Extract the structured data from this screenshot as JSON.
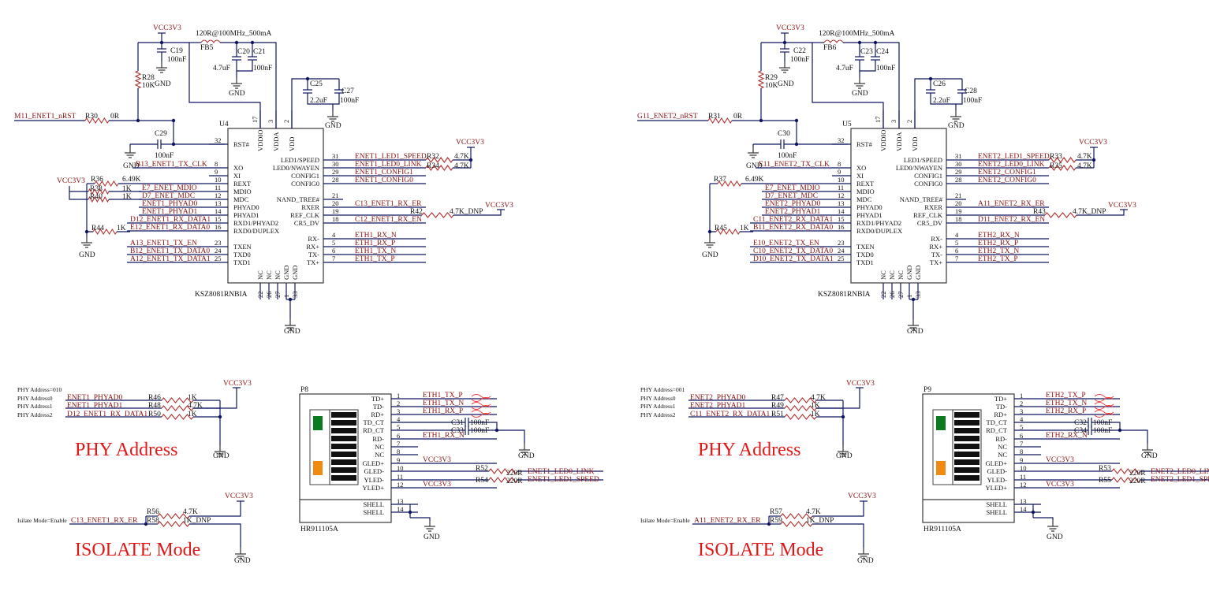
{
  "left": {
    "power": {
      "vcc": "VCC3V3",
      "gnd": "GND",
      "fb": "FB5",
      "fb_val": "120R@100MHz_500mA",
      "c_a": "C19",
      "c_a_val": "100nF",
      "c_b": "C20",
      "c_b_val": "4.7uF",
      "c_c": "C21",
      "c_c_val": "100nF",
      "c_d": "C25",
      "c_d_val": "2.2uF",
      "c_e": "C27",
      "c_e_val": "100nF",
      "r_pu": "R28",
      "r_pu_val": "10K",
      "rst_net": "M11_ENET1_nRST",
      "r_rst": "R30",
      "r_rst_val": "0R",
      "c_xi": "C29",
      "c_xi_val": "100nF",
      "r_rext": "R36",
      "r_rext_val": "6.49K",
      "r_mdio": "R38",
      "r_mdio_val": "1K",
      "r_mdc": "R40",
      "r_mdc_val": "1K",
      "r_pd": "R44",
      "r_pd_val": "1K"
    },
    "ic": {
      "ref": "U4",
      "part": "KSZ8081RNBIA"
    },
    "left_nets": [
      "B13_ENET1_TX_CLK",
      "E7_ENET_MDIO",
      "D7_ENET_MDC",
      "ENET1_PHYAD0",
      "ENET1_PHYAD1",
      "D12_ENET1_RX_DATA1",
      "E12_ENET1_RX_DATA0",
      "A13_ENET1_TX_EN",
      "B12_ENET1_TX_DATA0",
      "A12_ENET1_TX_DATA1"
    ],
    "right_nets": [
      "ENET1_LED1_SPEED",
      "ENET1_LED0_LINK",
      "ENET1_CONFIG1",
      "ENET1_CONFIG0",
      "C13_ENET1_RX_ER",
      "C12_ENET1_RX_EN",
      "ETH1_RX_N",
      "ETH1_RX_P",
      "ETH1_TX_N",
      "ETH1_TX_P"
    ],
    "led_res": [
      {
        "ref": "R32",
        "val": "4.7K"
      },
      {
        "ref": "R34",
        "val": "4.7K"
      }
    ],
    "refclk_res": {
      "ref": "R42",
      "val": "4.7K_DNP"
    },
    "phy": {
      "notes": [
        "PHY Address=010",
        "PHY Address0",
        "PHY Address1",
        "PHY Address2"
      ],
      "nets": [
        "ENET1_PHYAD0",
        "ENET1_PHYAD1",
        "D12_ENET1_RX_DATA1"
      ],
      "res": [
        {
          "ref": "R46",
          "val": "1K"
        },
        {
          "ref": "R48",
          "val": "4.7K"
        },
        {
          "ref": "R50",
          "val": "1K"
        }
      ],
      "title": "PHY Address"
    },
    "iso": {
      "note": "Isilate Mode=Enable",
      "net": "C13_ENET1_RX_ER",
      "res": [
        {
          "ref": "R56",
          "val": "4.7K"
        },
        {
          "ref": "R58",
          "val": "1K_DNP"
        }
      ],
      "title": "ISOLATE Mode"
    },
    "jack": {
      "ref": "P8",
      "part": "HR911105A",
      "nets": [
        "ETH1_TX_P",
        "ETH1_TX_N",
        "ETH1_RX_P",
        "ETH1_RX_N",
        "VCC3V3",
        "ENET1_LED0_LINK",
        "ENET1_LED1_SPEED",
        "VCC3V3"
      ],
      "caps": [
        {
          "ref": "C31",
          "val": "100nF"
        },
        {
          "ref": "C33",
          "val": "100nF"
        }
      ],
      "res": [
        {
          "ref": "R52",
          "val": "220R"
        },
        {
          "ref": "R54",
          "val": "220R"
        }
      ]
    }
  },
  "right": {
    "power": {
      "vcc": "VCC3V3",
      "gnd": "GND",
      "fb": "FB6",
      "fb_val": "120R@100MHz_500mA",
      "c_a": "C22",
      "c_a_val": "100nF",
      "c_b": "C23",
      "c_b_val": "4.7uF",
      "c_c": "C24",
      "c_c_val": "100nF",
      "c_d": "C26",
      "c_d_val": "2.2uF",
      "c_e": "C28",
      "c_e_val": "100nF",
      "r_pu": "R29",
      "r_pu_val": "10K",
      "rst_net": "G11_ENET2_nRST",
      "r_rst": "R31",
      "r_rst_val": "0R",
      "c_xi": "C30",
      "c_xi_val": "100nF",
      "r_rext": "R37",
      "r_rext_val": "6.49K",
      "r_mdio": "",
      "r_mdio_val": "",
      "r_mdc": "",
      "r_mdc_val": "",
      "r_pd": "R45",
      "r_pd_val": "1K"
    },
    "ic": {
      "ref": "U5",
      "part": "KSZ8081RNBIA"
    },
    "left_nets": [
      "E11_ENET2_TX_CLK",
      "E7_ENET_MDIO",
      "D7_ENET_MDC",
      "ENET2_PHYAD0",
      "ENET2_PHYAD1",
      "C11_ENET2_RX_DATA1",
      "B11_ENET2_RX_DATA0",
      "E10_ENET2_TX_EN",
      "C10_ENET2_TX_DATA0",
      "D10_ENET2_TX_DATA1"
    ],
    "right_nets": [
      "ENET2_LED1_SPEED",
      "ENET2_LED0_LINK",
      "ENET2_CONFIG1",
      "ENET2_CONFIG0",
      "A11_ENET2_RX_ER",
      "D11_ENET2_RX_EN",
      "ETH2_RX_N",
      "ETH2_RX_P",
      "ETH2_TX_N",
      "ETH2_TX_P"
    ],
    "led_res": [
      {
        "ref": "R33",
        "val": "4.7K"
      },
      {
        "ref": "R35",
        "val": "4.7K"
      }
    ],
    "refclk_res": {
      "ref": "R43",
      "val": "4.7K_DNP"
    },
    "phy": {
      "notes": [
        "PHY Address=001",
        "PHY Address0",
        "PHY Address1",
        "PHY Address2"
      ],
      "nets": [
        "ENET2_PHYAD0",
        "ENET2_PHYAD1",
        "C11_ENET2_RX_DATA1"
      ],
      "res": [
        {
          "ref": "R47",
          "val": "4.7K"
        },
        {
          "ref": "R49",
          "val": "1K"
        },
        {
          "ref": "R51",
          "val": "1K"
        }
      ],
      "title": "PHY Address"
    },
    "iso": {
      "note": "Isilate Mode=Enable",
      "net": "A11_ENET2_RX_ER",
      "res": [
        {
          "ref": "R57",
          "val": "4.7K"
        },
        {
          "ref": "R59",
          "val": "1K_DNP"
        }
      ],
      "title": "ISOLATE Mode"
    },
    "jack": {
      "ref": "P9",
      "part": "HR911105A",
      "nets": [
        "ETH2_TX_P",
        "ETH2_TX_N",
        "ETH2_RX_P",
        "ETH2_RX_N",
        "VCC3V3",
        "ENET2_LED0_LINK",
        "ENET2_LED1_SPEED",
        "VCC3V3"
      ],
      "caps": [
        {
          "ref": "C32",
          "val": "100nF"
        },
        {
          "ref": "C34",
          "val": "100nF"
        }
      ],
      "res": [
        {
          "ref": "R53",
          "val": "220R"
        },
        {
          "ref": "R55",
          "val": "220R"
        }
      ]
    }
  },
  "ic_pins": {
    "left": [
      {
        "n": "32",
        "l": "RST#"
      },
      {
        "n": "8",
        "l": "XO"
      },
      {
        "n": "9",
        "l": "XI"
      },
      {
        "n": "10",
        "l": "REXT"
      },
      {
        "n": "11",
        "l": "MDIO"
      },
      {
        "n": "12",
        "l": "MDC"
      },
      {
        "n": "13",
        "l": "PHYAD0"
      },
      {
        "n": "14",
        "l": "PHYAD1"
      },
      {
        "n": "15",
        "l": "RXD1/PHYAD2"
      },
      {
        "n": "16",
        "l": "RXD0/DUPLEX"
      },
      {
        "n": "23",
        "l": "TXEN"
      },
      {
        "n": "24",
        "l": "TXD0"
      },
      {
        "n": "25",
        "l": "TXD1"
      }
    ],
    "right": [
      {
        "n": "31",
        "l": "LED1/SPEED"
      },
      {
        "n": "30",
        "l": "LED0/NWAYEN"
      },
      {
        "n": "29",
        "l": "CONFIG1"
      },
      {
        "n": "28",
        "l": "CONFIG0"
      },
      {
        "n": "21",
        "l": "NAND_TREE#"
      },
      {
        "n": "20",
        "l": "RXER"
      },
      {
        "n": "19",
        "l": "REF_CLK"
      },
      {
        "n": "18",
        "l": "CR5_DV"
      },
      {
        "n": "4",
        "l": "RX-"
      },
      {
        "n": "5",
        "l": "RX+"
      },
      {
        "n": "6",
        "l": "TX-"
      },
      {
        "n": "7",
        "l": "TX+"
      }
    ],
    "top": [
      {
        "n": "17",
        "l": "VDDIO"
      },
      {
        "n": "3",
        "l": "VDDA"
      },
      {
        "n": "2",
        "l": "VDD"
      }
    ],
    "bottom": [
      {
        "n": "22",
        "l": "NC"
      },
      {
        "n": "26",
        "l": "NC"
      },
      {
        "n": "27",
        "l": "NC"
      },
      {
        "n": "1",
        "l": "GND"
      },
      {
        "n": "33",
        "l": "GND"
      }
    ]
  },
  "jack_pins": [
    {
      "n": "1",
      "l": "TD+"
    },
    {
      "n": "2",
      "l": "TD-"
    },
    {
      "n": "3",
      "l": "RD+"
    },
    {
      "n": "4",
      "l": "TD_CT"
    },
    {
      "n": "5",
      "l": "RD_CT"
    },
    {
      "n": "6",
      "l": "RD-"
    },
    {
      "n": "7",
      "l": "NC"
    },
    {
      "n": "8",
      "l": "NC"
    },
    {
      "n": "9",
      "l": "GLED+"
    },
    {
      "n": "10",
      "l": "GLED-"
    },
    {
      "n": "11",
      "l": "YLED-"
    },
    {
      "n": "12",
      "l": "YLED+"
    },
    {
      "n": "13",
      "l": "SHELL"
    },
    {
      "n": "14",
      "l": "SHELL"
    }
  ],
  "colors": {
    "wire": "#0f1660",
    "net_label": "#8b1010",
    "title_red": "#e21818",
    "led_green": "#0c7a1e",
    "led_orange": "#f08a10"
  }
}
